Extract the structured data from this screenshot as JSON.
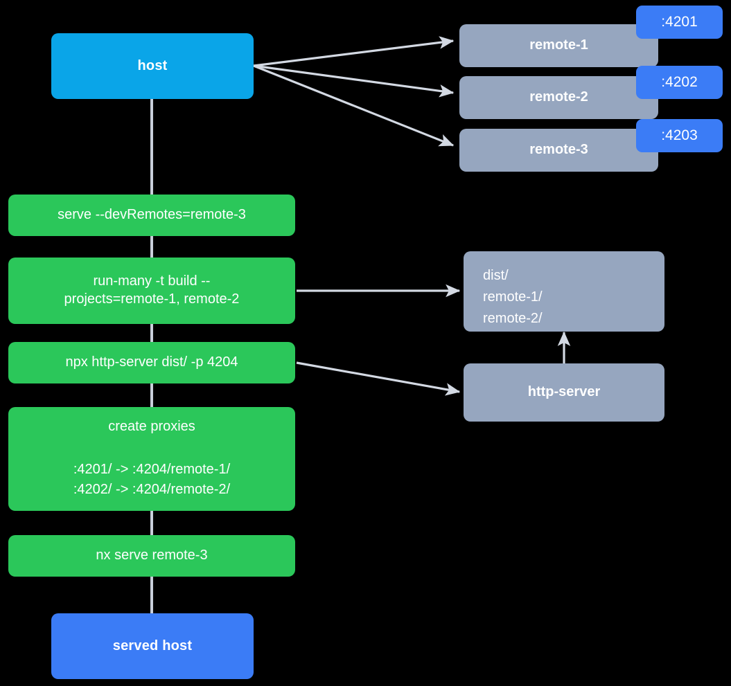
{
  "diagram": {
    "title": "Nx module federation host and remotes serve flow",
    "background": "#000000",
    "colors": {
      "host": "#0aa5e8",
      "served_host": "#3b7cf6",
      "command": "#2bc75a",
      "remote": "#96a6bf",
      "port_badge": "#3b7cf6",
      "edge": "#d3d9e3",
      "text": "#ffffff"
    }
  },
  "nodes": {
    "host": {
      "label": "host"
    },
    "served_host": {
      "label": "served host"
    },
    "remotes": [
      {
        "label": "remote-1",
        "port": ":4201"
      },
      {
        "label": "remote-2",
        "port": ":4202"
      },
      {
        "label": "remote-3",
        "port": ":4203"
      }
    ],
    "commands": [
      {
        "label": "serve --devRemotes=remote-3"
      },
      {
        "label": "run-many -t build --\nprojects=remote-1, remote-2"
      },
      {
        "label": "npx http-server dist/ -p 4204"
      },
      {
        "title": "create proxies",
        "mappings": ":4201/ -> :4204/remote-1/\n:4202/ -> :4204/remote-2/"
      },
      {
        "label": "nx serve remote-3"
      }
    ],
    "dist": {
      "label": "dist/\n    remote-1/\n    remote-2/"
    },
    "http_server": {
      "label": "http-server"
    }
  },
  "edges": [
    {
      "from": "host",
      "to": "remote-1"
    },
    {
      "from": "host",
      "to": "remote-2"
    },
    {
      "from": "host",
      "to": "remote-3"
    },
    {
      "from": "run-many",
      "to": "dist"
    },
    {
      "from": "npx-http-server",
      "to": "http-server"
    },
    {
      "from": "http-server",
      "to": "dist"
    }
  ]
}
